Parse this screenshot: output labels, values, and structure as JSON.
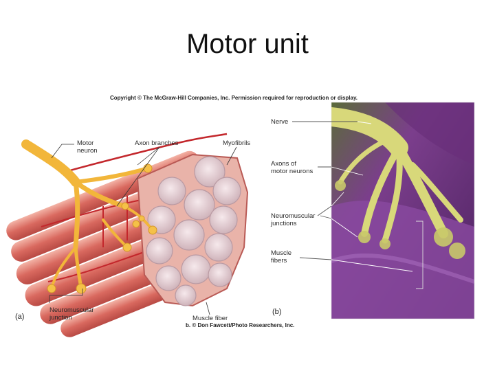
{
  "slide": {
    "title": "Motor unit"
  },
  "figure": {
    "copyright": "Copyright © The McGraw-Hill Companies, Inc. Permission required for reproduction or display.",
    "credit": "b. © Don Fawcett/Photo Researchers, Inc.",
    "panel_a": {
      "tag": "(a)",
      "labels": {
        "motor_neuron_1": "Motor",
        "motor_neuron_2": "neuron",
        "axon_branches": "Axon branches",
        "myofibrils": "Myofibrils",
        "neuromuscular_junction_1": "Neuromuscular",
        "neuromuscular_junction_2": "junction",
        "muscle_fiber": "Muscle fiber"
      }
    },
    "panel_b": {
      "tag": "(b)",
      "labels": {
        "nerve": "Nerve",
        "axons_1": "Axons of",
        "axons_2": "motor neurons",
        "junctions_1": "Neuromuscular",
        "junctions_2": "junctions",
        "fibers_1": "Muscle",
        "fibers_2": "fibers"
      }
    },
    "colors": {
      "muscle": "#d9695f",
      "muscle_light": "#f0a99e",
      "nerve": "#f2b63a",
      "micrograph_bg": "#7b3e8c",
      "micrograph_nerve": "#d8d87a"
    }
  }
}
